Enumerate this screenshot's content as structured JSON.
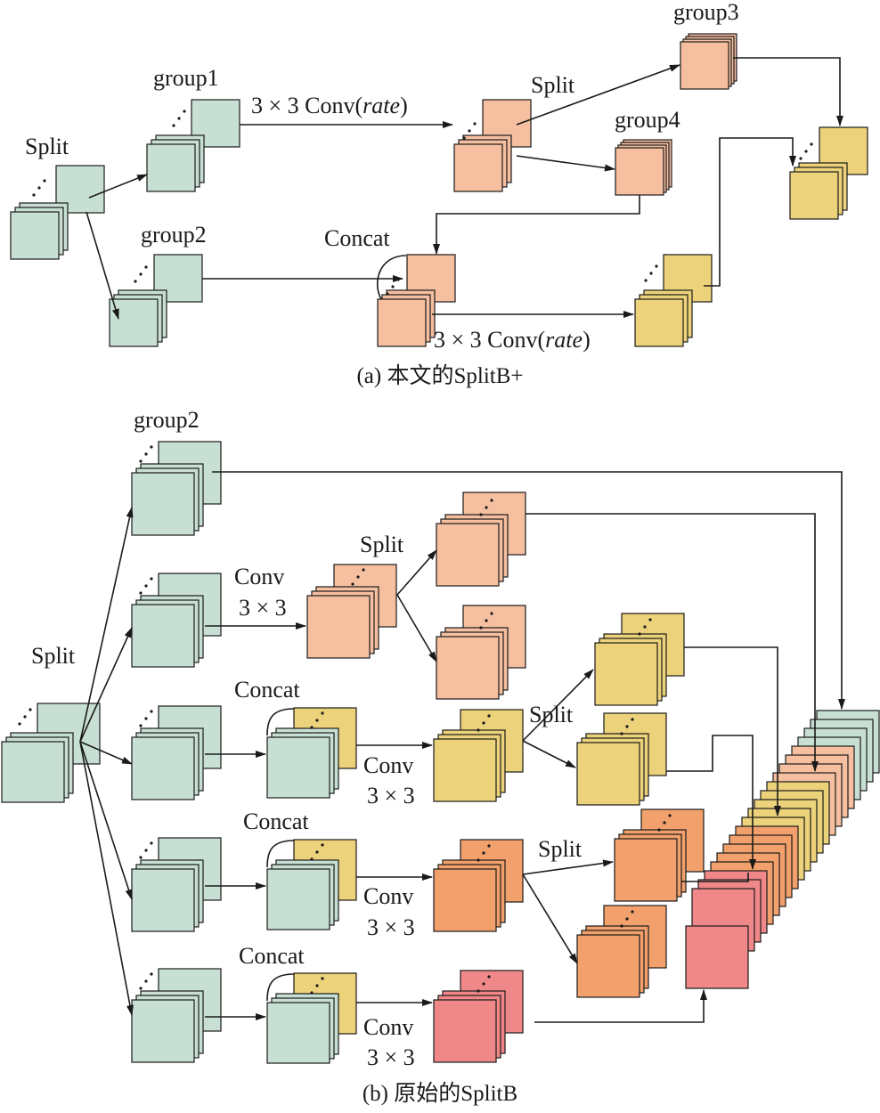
{
  "colors": {
    "green": "#c8e0d3",
    "salmon": "#f5bfa0",
    "yellow": "#ecd27a",
    "orange": "#f2a06c",
    "pink": "#f0888a",
    "stroke": "#1a1a1a"
  },
  "panel_a": {
    "caption": "(a) 本文的SplitB+",
    "split": "Split",
    "group1": "group1",
    "group2": "group2",
    "group3": "group3",
    "group4": "group4",
    "conv_top": {
      "prefix": "3 × 3 Conv(",
      "rate": "rate",
      "suffix": ")"
    },
    "conv_bottom": {
      "prefix": "3 × 3 Conv(",
      "rate": "rate",
      "suffix": ")"
    },
    "split_mid": "Split",
    "concat": "Concat"
  },
  "panel_b": {
    "caption": "(b) 原始的SplitB",
    "split": "Split",
    "group2": "group2",
    "conv1_line1": "Conv",
    "conv1_line2": "3 × 3",
    "split1": "Split",
    "concat1": "Concat",
    "conv2_line1": "Conv",
    "conv2_line2": "3 × 3",
    "split2": "Split",
    "concat2": "Concat",
    "conv3_line1": "Conv",
    "conv3_line2": "3 × 3",
    "split3": "Split",
    "concat3": "Concat",
    "conv4_line1": "Conv",
    "conv4_line2": "3 × 3"
  }
}
